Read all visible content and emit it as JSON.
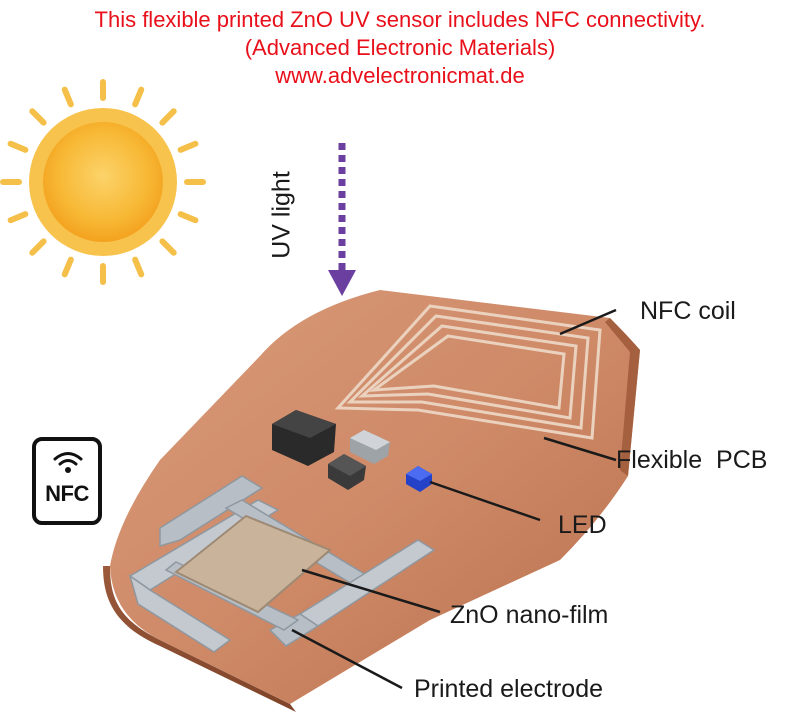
{
  "caption": {
    "line1": "This flexible printed ZnO UV sensor includes NFC connectivity.",
    "line2": "(Advanced Electronic Materials)",
    "line3": "www.advelectronicmat.de"
  },
  "uv_light_label": "UV light",
  "nfc_badge_text": "NFC",
  "labels": {
    "nfc_coil": "NFC coil",
    "flexible_pcb": "Flexible  PCB",
    "led": "LED",
    "zno_film": "ZnO nano-film",
    "printed_electrode": "Printed electrode"
  },
  "colors": {
    "caption": "#e8101a",
    "sun_core": "#f5b42c",
    "sun_rays": "#f5c04a",
    "uv_arrow": "#6a3fa0",
    "pcb": "#cf8a68",
    "electrode": "#b9c0c8",
    "zno_film": "#c8b39a",
    "led": "#2442c8"
  },
  "icons": {
    "sun": "sun-icon",
    "nfc": "nfc-icon",
    "wifi": "wifi-icon"
  }
}
